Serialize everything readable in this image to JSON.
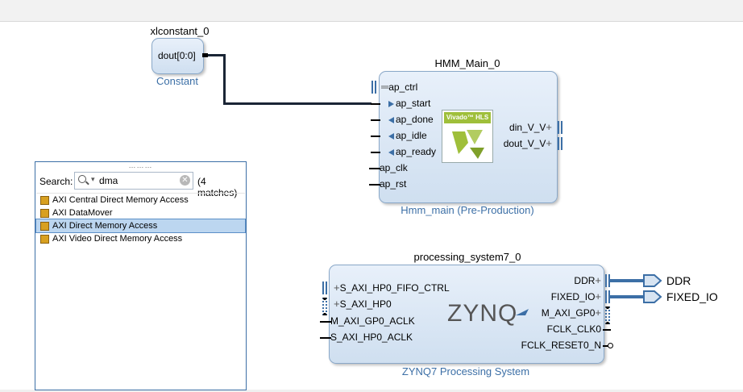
{
  "blocks": {
    "constant": {
      "instance": "xlconstant_0",
      "subtitle": "Constant",
      "port": "dout[0:0]"
    },
    "hmm": {
      "instance": "HMM_Main_0",
      "subtitle": "Hmm_main (Pre-Production)",
      "ports_left": [
        "ap_ctrl",
        "ap_start",
        "ap_done",
        "ap_idle",
        "ap_ready",
        "ap_clk",
        "ap_rst"
      ],
      "ports_right": [
        "din_V_V",
        "dout_V_V"
      ],
      "logo": "Vivado™ HLS"
    },
    "ps7": {
      "instance": "processing_system7_0",
      "subtitle": "ZYNQ7 Processing System",
      "ports_left": [
        "S_AXI_HP0_FIFO_CTRL",
        "S_AXI_HP0",
        "M_AXI_GP0_ACLK",
        "S_AXI_HP0_ACLK"
      ],
      "ports_right": [
        "DDR",
        "FIXED_IO",
        "M_AXI_GP0",
        "FCLK_CLK0",
        "FCLK_RESET0_N"
      ],
      "logo": "ZYNQ"
    }
  },
  "external_ports": [
    "DDR",
    "FIXED_IO"
  ],
  "search_panel": {
    "label": "Search:",
    "query": "dma",
    "matches": "(4 matches)",
    "results": [
      "AXI Central Direct Memory Access",
      "AXI DataMover",
      "AXI Direct Memory Access",
      "AXI Video Direct Memory Access"
    ],
    "selected_index": 2
  },
  "colors": {
    "block_border": "#8aa8c8",
    "accent": "#3c6fa6",
    "selection": "#bcd6f0"
  }
}
